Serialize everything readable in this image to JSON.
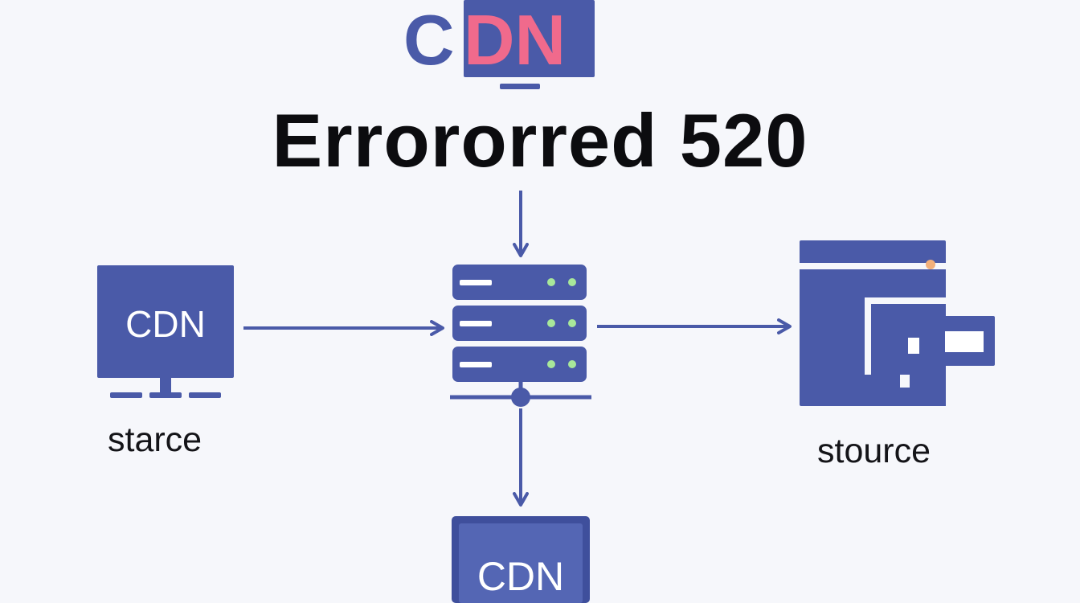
{
  "logo": {
    "text_part1": "C",
    "text_part2": "DN"
  },
  "title": "Errororred 520",
  "nodes": {
    "left_monitor_label": "CDN",
    "left_caption": "starce",
    "right_caption": "stource",
    "bottom_monitor_label": "CDN"
  },
  "colors": {
    "primary": "#4a5aa8",
    "accent": "#f06a8c",
    "led": "#a8e89a",
    "dot": "#f3b07a",
    "text": "#0c0c0f"
  }
}
